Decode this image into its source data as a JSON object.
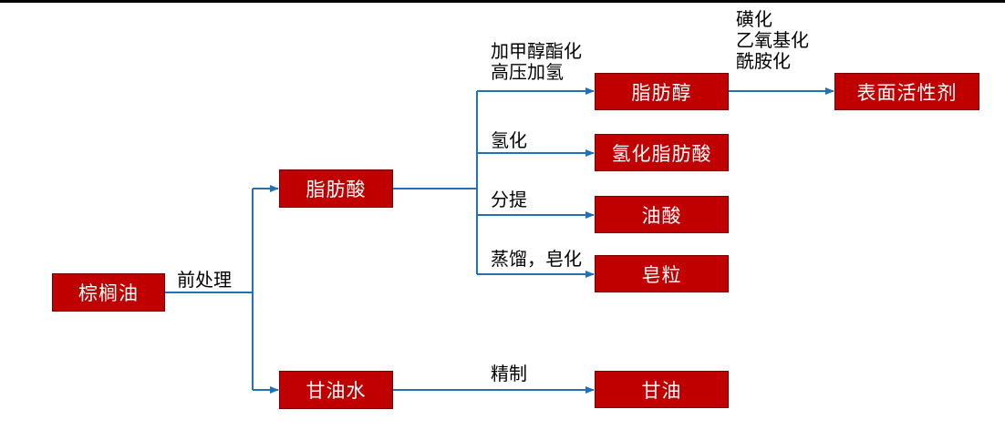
{
  "colors": {
    "box_fill": "#C00000",
    "arrow": "#1F72B8",
    "text": "#000000"
  },
  "nodes": {
    "palm_oil": "棕榈油",
    "fatty_acid": "脂肪酸",
    "sweet_water": "甘油水",
    "fatty_alcohol": "脂肪醇",
    "surfactant": "表面活性剂",
    "hydrogenated_fatty_acid": "氢化脂肪酸",
    "oleic_acid": "油酸",
    "soap_pellets": "皂粒",
    "glycerin": "甘油"
  },
  "edges": {
    "pretreatment": "前处理",
    "methanol_esterification": "加甲醇酯化\n高压加氢",
    "sulfonation": "磺化\n乙氧基化\n酰胺化",
    "hydrogenation": "氢化",
    "fractionation": "分提",
    "distill_saponify": "蒸馏，皂化",
    "refining": "精制"
  }
}
